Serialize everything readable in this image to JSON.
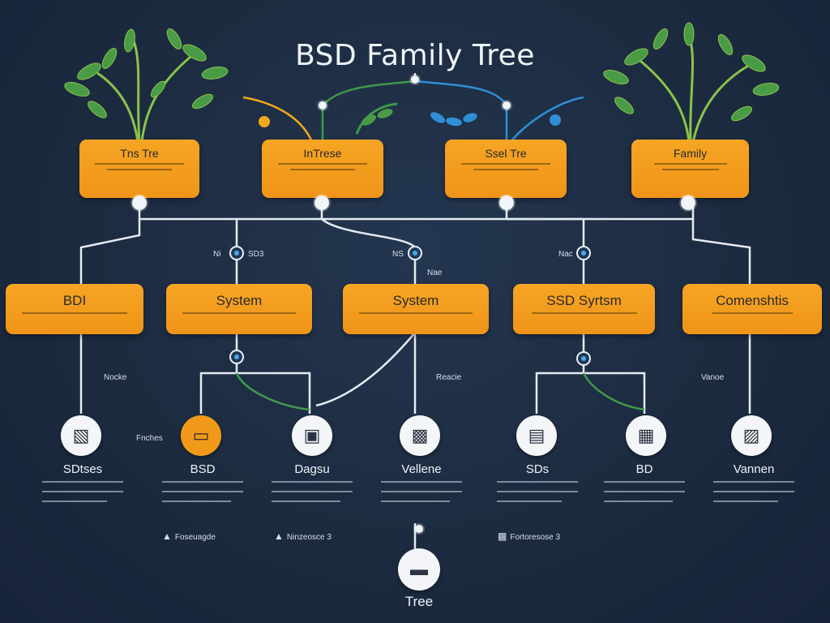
{
  "title": "BSD Family Tree",
  "colors": {
    "box": "#f29b1e",
    "wire": "#e6ebf2",
    "green": "#3f9a48",
    "blue": "#2f8fd6",
    "yellow": "#f0a81c"
  },
  "top_boxes": [
    {
      "label": "Tns Tre"
    },
    {
      "label": "InTrese"
    },
    {
      "label": "Ssel Tre"
    },
    {
      "label": "Family"
    }
  ],
  "mid_boxes": [
    {
      "label": "BDI"
    },
    {
      "label": "System"
    },
    {
      "label": "System"
    },
    {
      "label": "SSD Syrtsm"
    },
    {
      "label": "Comenshtis"
    }
  ],
  "tiny_labels": {
    "t1": "Ni",
    "t2": "SD3",
    "t3": "NS",
    "t4": "Nae",
    "t5": "Nac",
    "t6": "Nocke",
    "t7": "Fnches",
    "t8": "Reacie",
    "t9": "Vanoe"
  },
  "leaves": [
    {
      "label": "SDtses",
      "icon": "monitor-icon"
    },
    {
      "label": "BSD",
      "icon": "terminal-icon"
    },
    {
      "label": "Dagsu",
      "icon": "monitor-icon"
    },
    {
      "label": "Vellene",
      "icon": "robot-icon"
    },
    {
      "label": "SDs",
      "icon": "server-icon"
    },
    {
      "label": "BD",
      "icon": "keyboard-icon"
    },
    {
      "label": "Vannen",
      "icon": "device-icon"
    }
  ],
  "subnotes": [
    {
      "text": "Foseuagde"
    },
    {
      "text": "Ninzeosce 3"
    },
    {
      "text": "Fortoresose 3"
    }
  ],
  "root": {
    "label": "Tree",
    "icon": "printer-icon"
  }
}
